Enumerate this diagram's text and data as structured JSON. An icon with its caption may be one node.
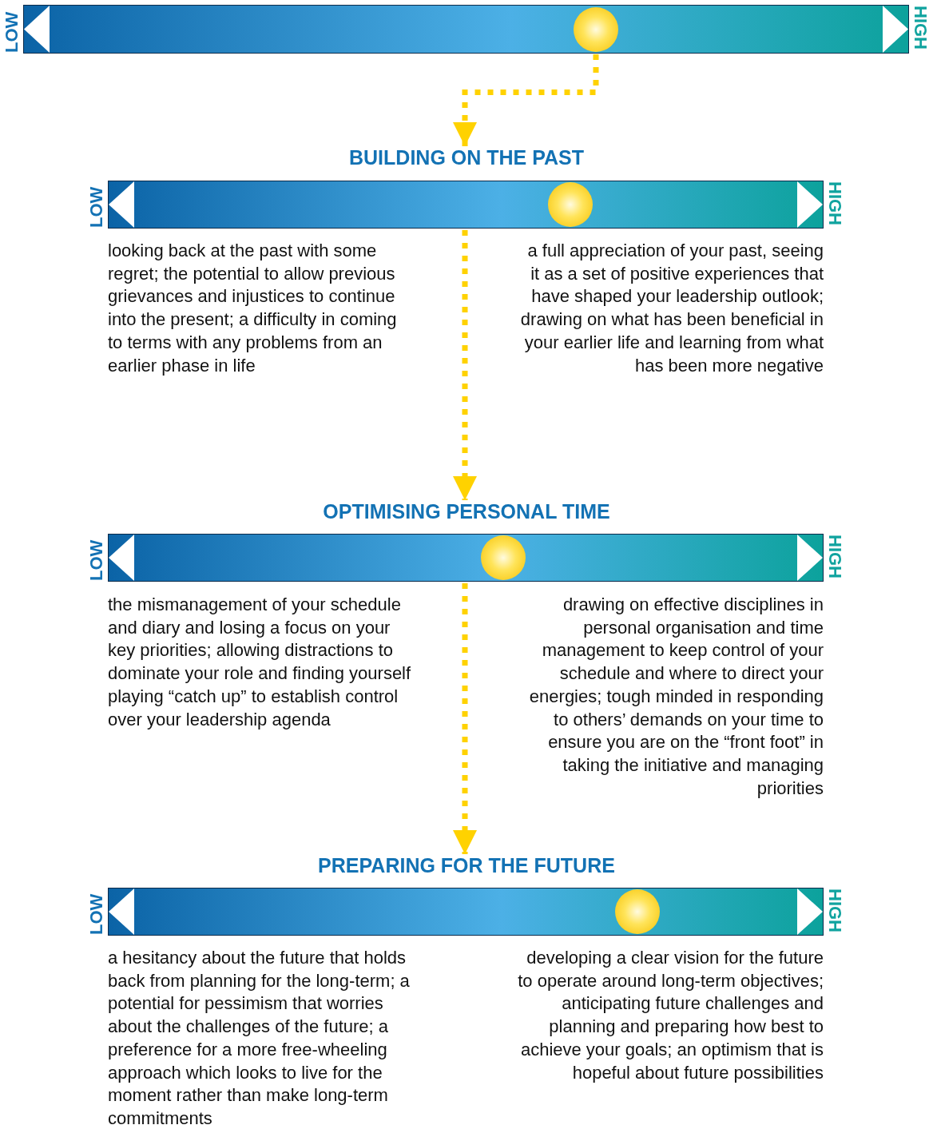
{
  "diagram": {
    "nodes": [
      {
        "text": [],
        "shape": "bar",
        "beside": [
          "LOW",
          "HIGH"
        ]
      },
      {
        "text": [
          "BUILDING ON THE PAST"
        ],
        "beside": [
          "LOW",
          "HIGH",
          "looking back at the past with some regret; the potential to allow previous grievances and injustices to continue into the present; a difficulty in coming to terms with any problems from an earlier phase in life",
          "a full appreciation of your past, seeing it as a set of positive experiences that have shaped your leadership outlook; drawing on what has been beneficial in your earlier life and learning from what has been more negative"
        ]
      },
      {
        "text": [
          "OPTIMISING PERSONAL TIME"
        ],
        "beside": [
          "LOW",
          "HIGH",
          "the mismanagement of your schedule and diary and losing a focus on your key priorities; allowing distractions to dominate your role and finding yourself playing “catch up” to establish control over your leadership agenda",
          "drawing on effective disciplines in personal organisation and time management to keep control of your schedule and where to direct your energies; tough minded in responding to others’ demands on your time to ensure you are on the “front foot” in taking the initiative and managing priorities"
        ]
      },
      {
        "text": [
          "PREPARING FOR THE FUTURE"
        ],
        "beside": [
          "LOW",
          "HIGH",
          "a hesitancy about the future that holds back from planning for the long-term; a potential for pessimism that worries about the challenges of the future; a preference for a more free-wheeling approach which looks to live for the moment rather than make long-term commitments",
          "developing a clear vision for the future to operate around long-term objectives; anticipating future challenges and planning and preparing how best to achieve your goals; an optimism that is hopeful about future possibilities"
        ]
      }
    ],
    "edges": [
      {
        "from": 0,
        "to": 1,
        "arrow": "to",
        "style": "dashed",
        "color": "#ffd200"
      },
      {
        "from": 1,
        "to": 2,
        "arrow": "to",
        "style": "dashed",
        "color": "#ffd200"
      },
      {
        "from": 2,
        "to": 3,
        "arrow": "to",
        "style": "dashed",
        "color": "#ffd200"
      }
    ]
  }
}
